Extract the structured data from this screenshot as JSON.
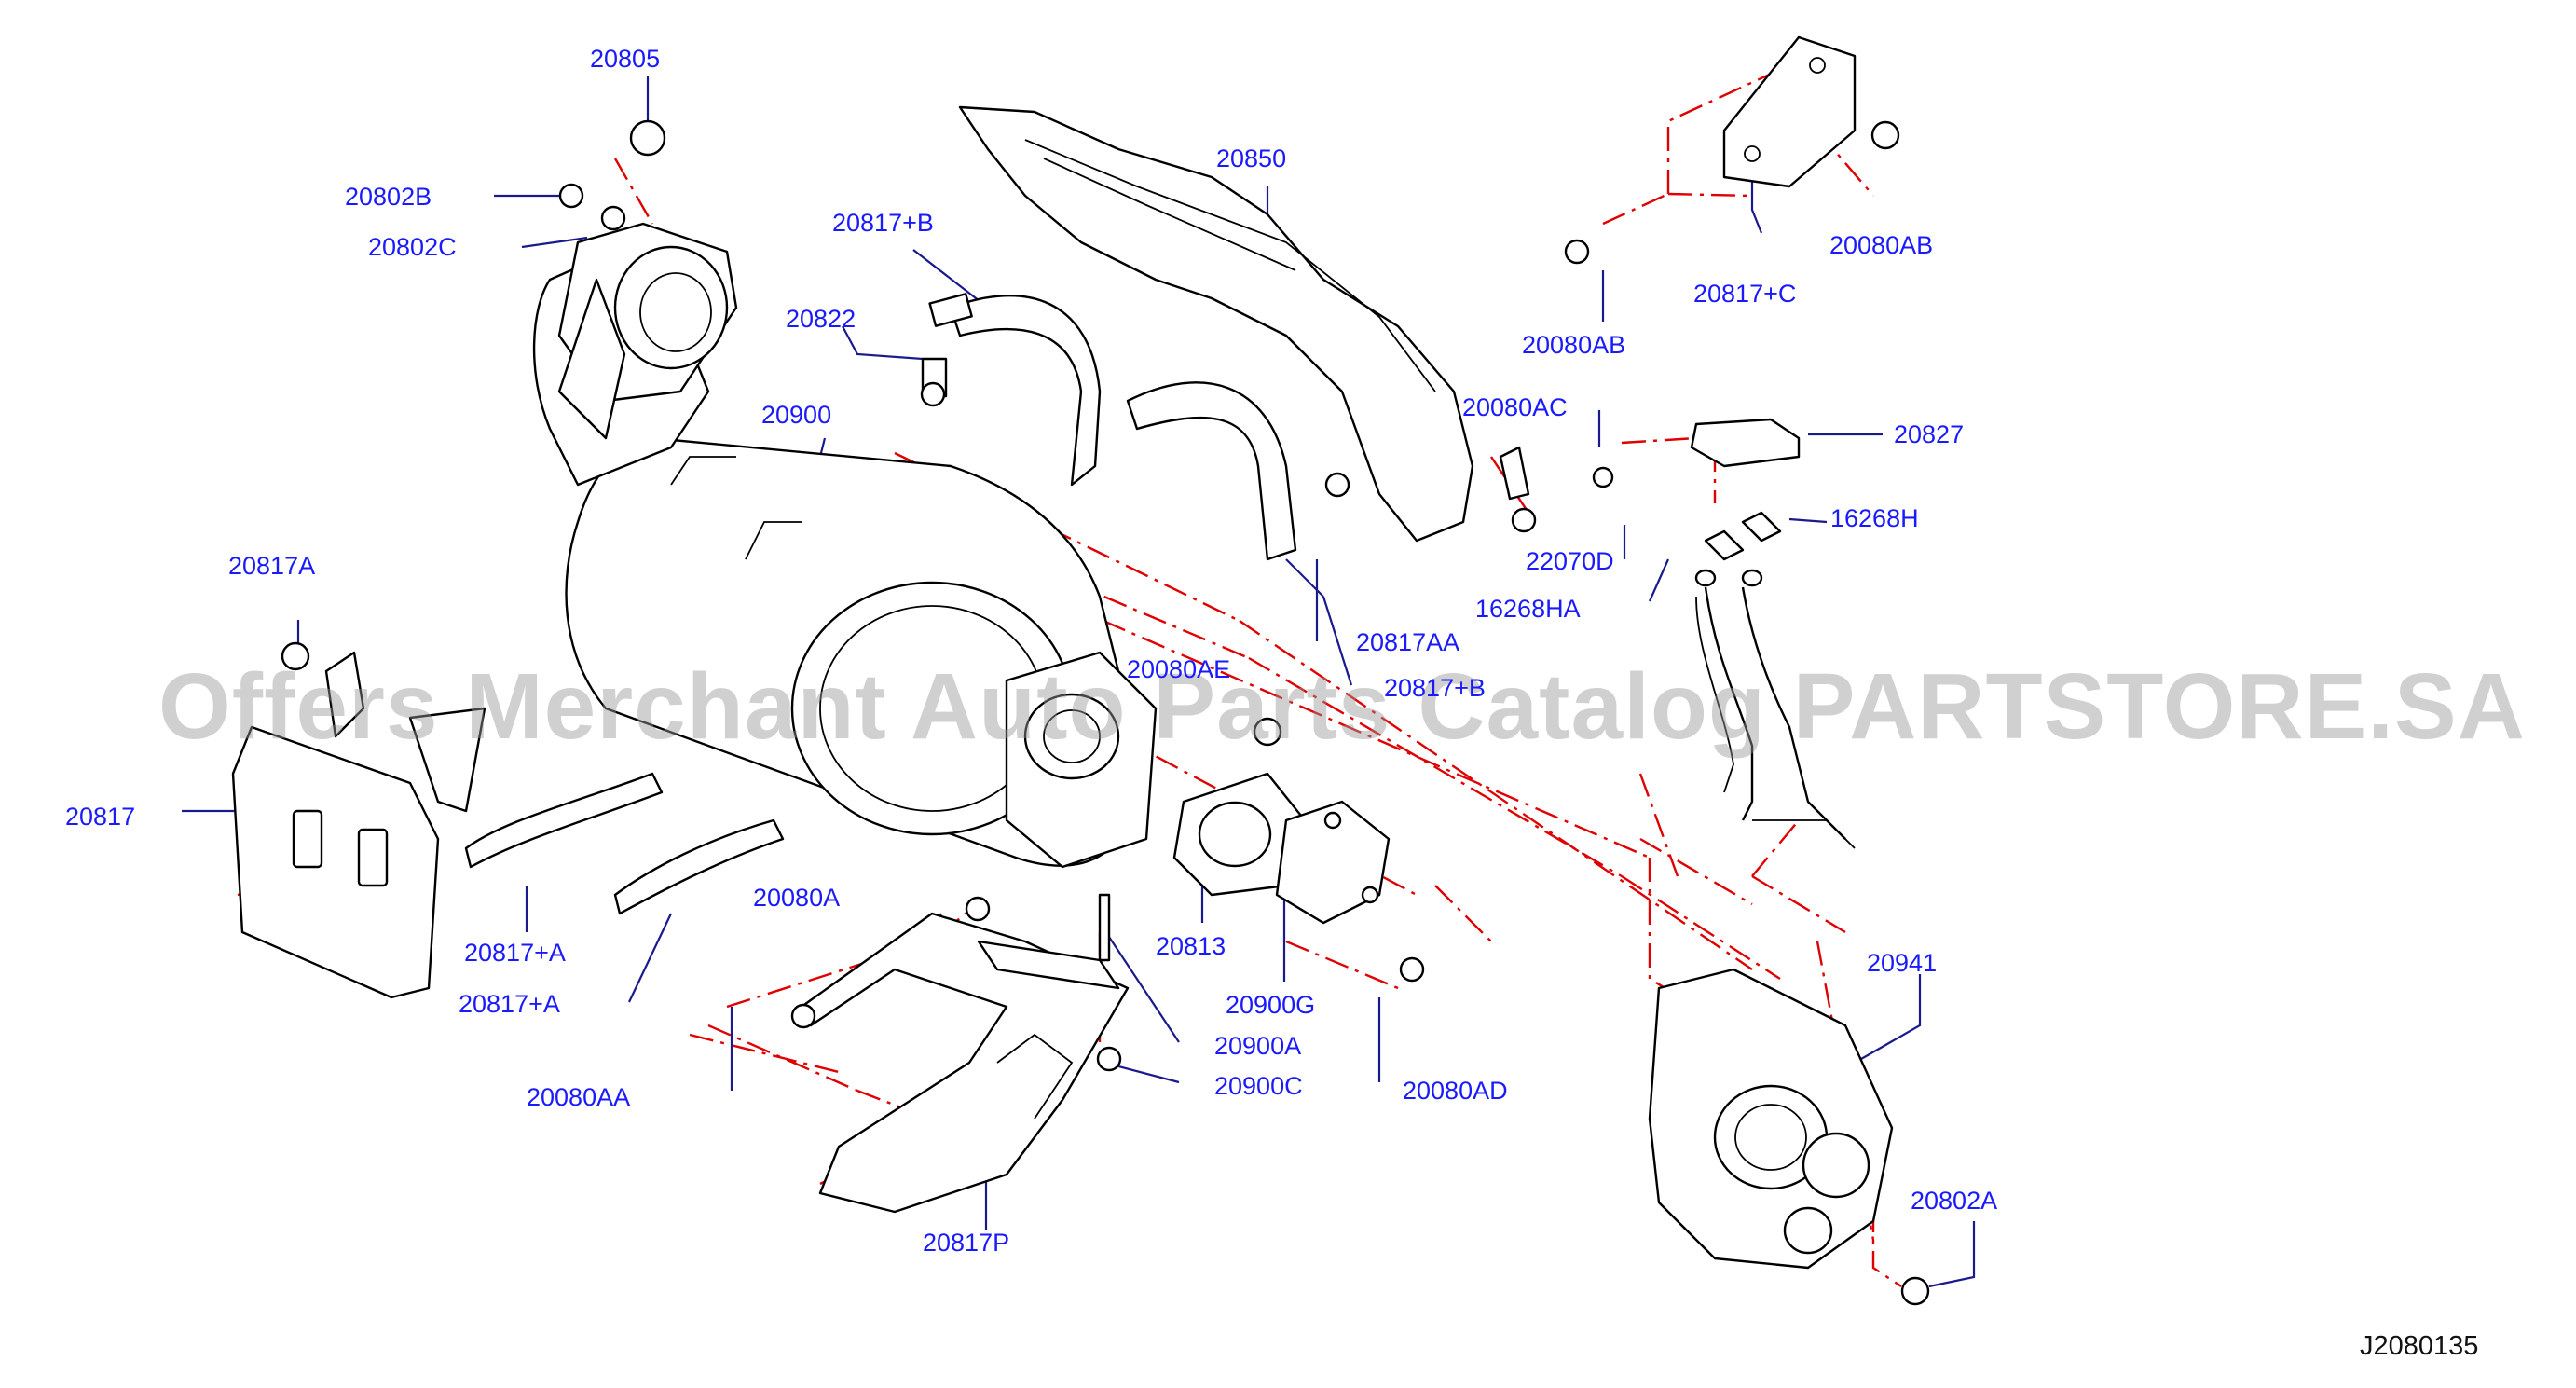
{
  "diagram": {
    "watermark": "Offers Merchant Auto Parts Catalog PARTSTORE.SA",
    "doc_id": "J2080135",
    "labels": {
      "p20805": "20805",
      "p20802B": "20802B",
      "p20802C": "20802C",
      "p20817B_top": "20817+B",
      "p20822": "20822",
      "p20850": "20850",
      "p20900": "20900",
      "p20817AB": "20080AB",
      "p20817C": "20817+C",
      "p20080AB_left": "20080AB",
      "p20080AC": "20080AC",
      "p20827": "20827",
      "p22070D": "22070D",
      "p16268H": "16268H",
      "p16268HA": "16268HA",
      "p20817A": "20817A",
      "p20817AA": "20817AA",
      "p20080AE": "20080AE",
      "p20817B_mid": "20817+B",
      "p20817": "20817",
      "p20817plusA_1": "20817+A",
      "p20817plusA_2": "20817+A",
      "p20080A": "20080A",
      "p20813": "20813",
      "p20900G": "20900G",
      "p20941": "20941",
      "p20080AA": "20080AA",
      "p20900A": "20900A",
      "p20900C": "20900C",
      "p20080AD": "20080AD",
      "p20802A": "20802A",
      "p20817P": "20817P"
    }
  }
}
